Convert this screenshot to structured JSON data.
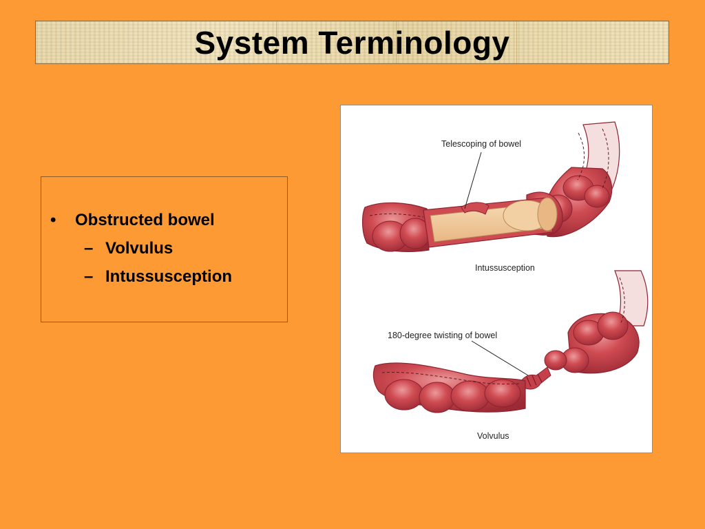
{
  "slide": {
    "title": "System Terminology",
    "bullets": {
      "main": "Obstructed bowel",
      "sub": [
        "Volvulus",
        "Intussusception"
      ],
      "bullet_glyph": "•",
      "dash_glyph": "–"
    }
  },
  "figure": {
    "labels": {
      "telescoping": "Telescoping of bowel",
      "intussusception": "Intussusception",
      "twisting": "180-degree twisting of bowel",
      "volvulus": "Volvulus"
    },
    "colors": {
      "bowel": "#c4404a",
      "bowel_dark": "#8e2230",
      "bowel_highlight": "#e98b8f",
      "telescoped": "#f2c99a"
    }
  },
  "theme": {
    "background": "#FD9A33",
    "title_banner": "#e9d9ad"
  }
}
